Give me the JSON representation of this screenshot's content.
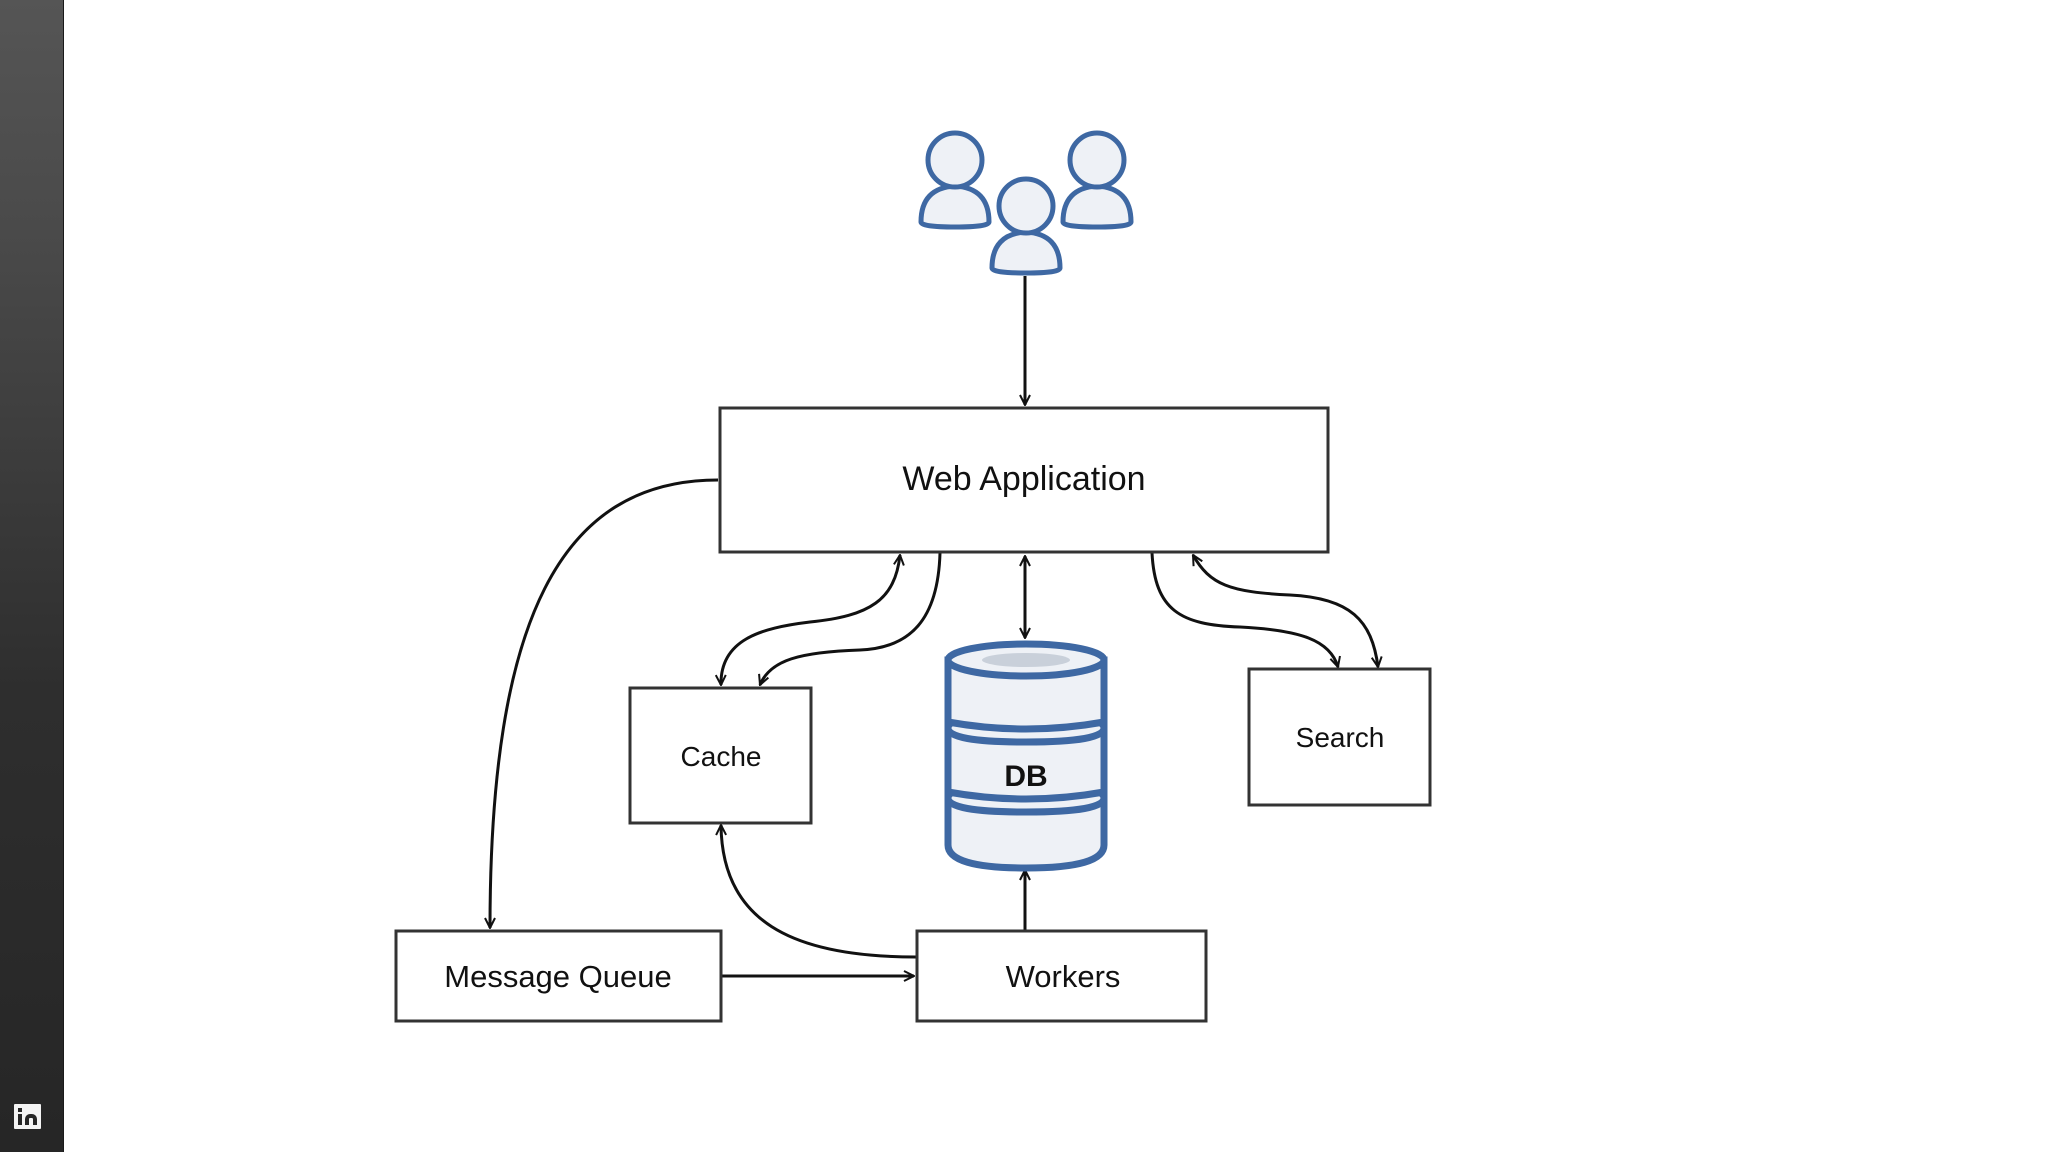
{
  "sidebar": {
    "social_icon": "linkedin-icon",
    "social_label": "in"
  },
  "diagram": {
    "title": "",
    "nodes": {
      "users": {
        "label": "",
        "icon": "users-icon"
      },
      "web_app": {
        "label": "Web Application"
      },
      "cache": {
        "label": "Cache"
      },
      "db": {
        "label": "DB",
        "icon": "database-icon"
      },
      "search": {
        "label": "Search"
      },
      "message_queue": {
        "label": "Message Queue"
      },
      "workers": {
        "label": "Workers"
      }
    },
    "edges": [
      {
        "from": "users",
        "to": "web_app"
      },
      {
        "from": "web_app",
        "to": "cache"
      },
      {
        "from": "cache",
        "to": "web_app"
      },
      {
        "from": "web_app",
        "to": "cache"
      },
      {
        "from": "web_app",
        "to": "db",
        "bidirectional": true
      },
      {
        "from": "web_app",
        "to": "search"
      },
      {
        "from": "search",
        "to": "web_app",
        "bidirectional": true
      },
      {
        "from": "web_app",
        "to": "message_queue"
      },
      {
        "from": "message_queue",
        "to": "workers"
      },
      {
        "from": "workers",
        "to": "db"
      },
      {
        "from": "workers",
        "to": "cache"
      }
    ],
    "colors": {
      "box_stroke": "#333333",
      "edge": "#111111",
      "icon_stroke": "#3e68a3",
      "icon_fill": "#eef1f6",
      "db_top_ellipse": "#c9d0da"
    }
  }
}
